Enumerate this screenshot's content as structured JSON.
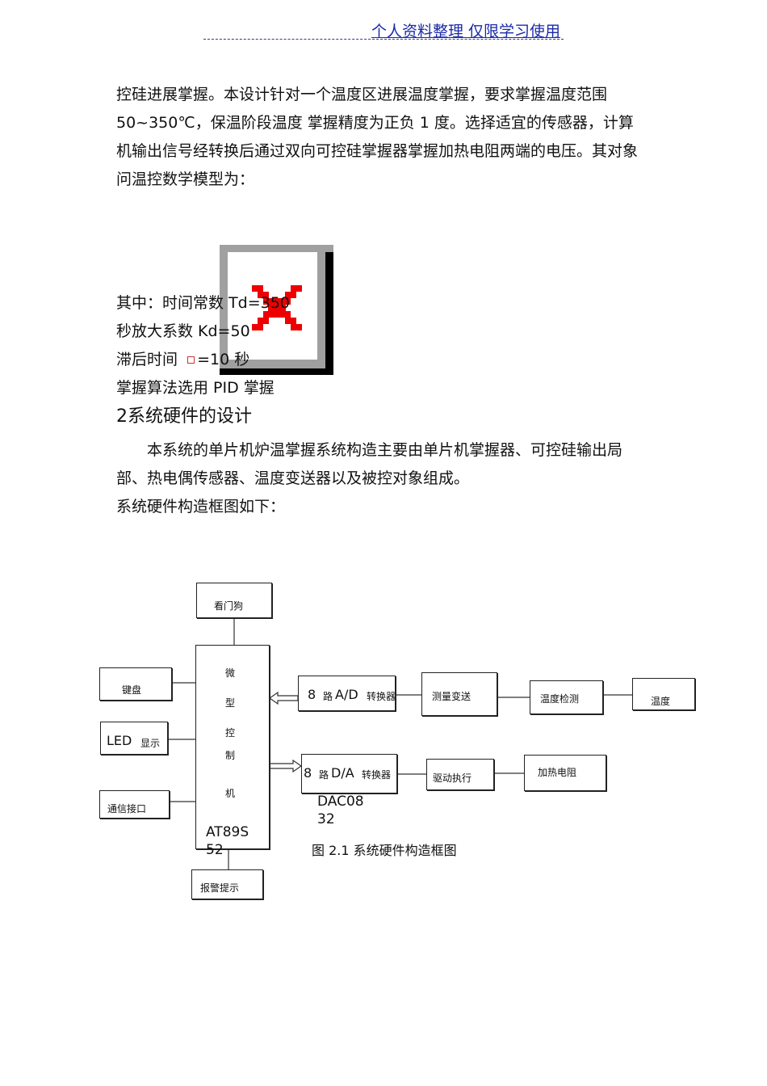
{
  "header": {
    "text": "个人资料整理 仅限学习使用"
  },
  "intro_lines": [
    "控硅进展掌握。本设计针对一个温度区进展温度掌握，要求掌握温度范围",
    "50~350℃，保温阶段温度 掌握精度为正负 1 度。选择适宜的传感器，计算",
    "机输出信号经转换后通过双向可控硅掌握器掌握加热电阻两端的电压。其对象",
    "问温控数学模型为："
  ],
  "params": {
    "line1": "其中：时间常数 Td=350",
    "line2": "秒放大系数 Kd=50",
    "line3_prefix": "滞后时间",
    "line3_suffix": "=10 秒",
    "line4": "掌握算法选用 PID 掌握"
  },
  "section": {
    "heading": "2系统硬件的设计",
    "body_lines": [
      "本系统的单片机炉温掌握系统构造主要由单片机掌握器、可控硅输出局",
      "部、热电偶传感器、温度变送器以及被控对象组成。"
    ],
    "intro": "系统硬件构造框图如下："
  },
  "diagram": {
    "watchdog": "看门狗",
    "keyboard": "键盘",
    "led_big": "LED",
    "led_small": "显示",
    "comm": "通信接口",
    "alarm": "报警提示",
    "mcu_chars": [
      "微",
      "型",
      "控",
      "制",
      "机"
    ],
    "mcu_model_1": "AT89S",
    "mcu_model_2": "52",
    "ad_big1": "8",
    "ad_small1": "路",
    "ad_big2": "A/D",
    "ad_small2": "转换器",
    "da_big1": "8",
    "da_small1": "路",
    "da_big2": "D/A",
    "da_small2": "转换器",
    "dac_1": "DAC08",
    "dac_2": "32",
    "measure": "测量变送",
    "temp_detect": "温度检测",
    "temperature": "温度",
    "driver": "驱动执行",
    "heater": "加热电阻",
    "caption": "图 2.1 系统硬件构造框图"
  }
}
